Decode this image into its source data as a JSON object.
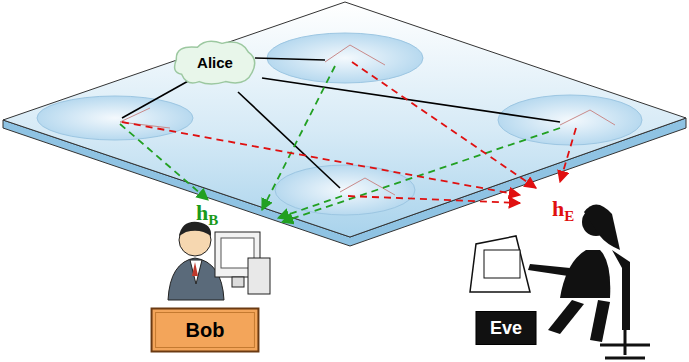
{
  "diagram": {
    "nodes": [
      {
        "text": [
          "Alice"
        ]
      },
      {
        "text": [
          "Bob"
        ]
      },
      {
        "text": [
          "Eve"
        ]
      }
    ],
    "labels": [
      "h",
      "B",
      "h",
      "E"
    ]
  }
}
